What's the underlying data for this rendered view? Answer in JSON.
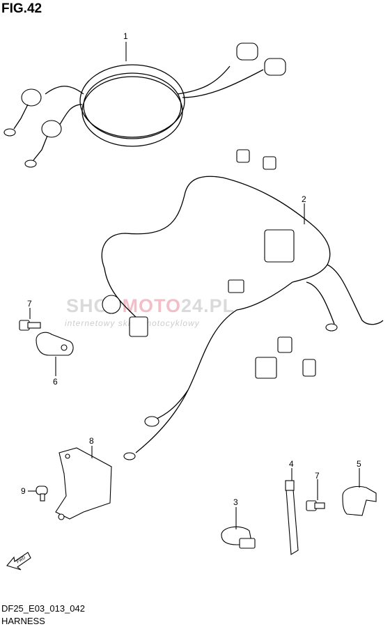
{
  "figure": {
    "title": "FIG.42",
    "code": "DF25_E03_013_042",
    "caption": "HARNESS"
  },
  "watermark": {
    "brand_start": "SHOP",
    "brand_highlight": "MOTO",
    "brand_end": "24.PL",
    "tagline": "internetowy sklep motocyklowy"
  },
  "callouts": {
    "c1": "1",
    "c2": "2",
    "c3": "3",
    "c4": "4",
    "c5": "5",
    "c6": "6",
    "c7a": "7",
    "c7b": "7",
    "c8": "8",
    "c9": "9"
  },
  "fwd_label": "FWD"
}
